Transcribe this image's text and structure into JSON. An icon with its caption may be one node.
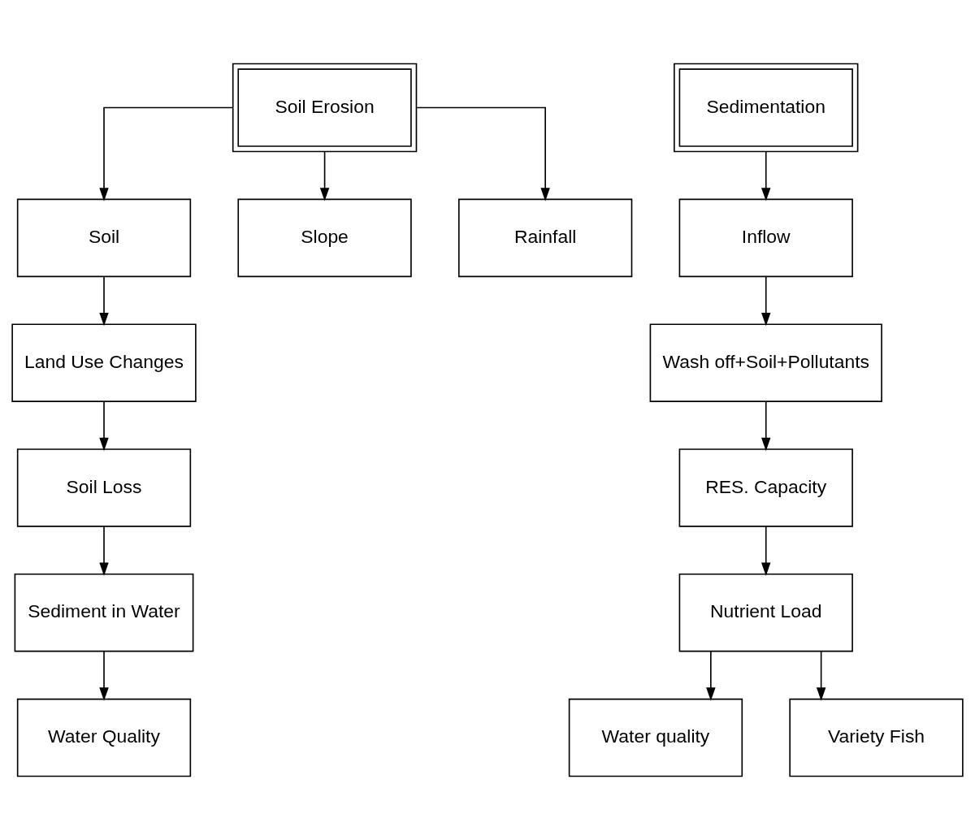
{
  "diagram": {
    "nodes": [
      {
        "text": [
          "Soil Erosion"
        ]
      },
      {
        "text": [
          "Soil"
        ]
      },
      {
        "text": [
          "Slope"
        ]
      },
      {
        "text": [
          "Rainfall"
        ]
      },
      {
        "text": [
          "Land Use Changes"
        ]
      },
      {
        "text": [
          "Soil Loss"
        ]
      },
      {
        "text": [
          "Sediment in Water"
        ]
      },
      {
        "text": [
          "Water Quality"
        ]
      },
      {
        "text": [
          "Sedimentation"
        ]
      },
      {
        "text": [
          "Inflow"
        ]
      },
      {
        "text": [
          "Wash off+Soil+Pollutants"
        ]
      },
      {
        "text": [
          "RES. Capacity"
        ]
      },
      {
        "text": [
          "Nutrient Load"
        ]
      },
      {
        "text": [
          "Water quality"
        ]
      },
      {
        "text": [
          "Variety Fish"
        ]
      }
    ],
    "edges": [
      {
        "from": 0,
        "to": 1,
        "arrow": "to"
      },
      {
        "from": 0,
        "to": 2,
        "arrow": "to"
      },
      {
        "from": 0,
        "to": 3,
        "arrow": "to"
      },
      {
        "from": 1,
        "to": 4,
        "arrow": "to"
      },
      {
        "from": 4,
        "to": 5,
        "arrow": "to"
      },
      {
        "from": 5,
        "to": 6,
        "arrow": "to"
      },
      {
        "from": 6,
        "to": 7,
        "arrow": "to"
      },
      {
        "from": 8,
        "to": 9,
        "arrow": "to"
      },
      {
        "from": 9,
        "to": 10,
        "arrow": "to"
      },
      {
        "from": 10,
        "to": 11,
        "arrow": "to"
      },
      {
        "from": 11,
        "to": 12,
        "arrow": "to"
      },
      {
        "from": 12,
        "to": 13,
        "arrow": "to"
      },
      {
        "from": 12,
        "to": 14,
        "arrow": "to"
      }
    ]
  }
}
